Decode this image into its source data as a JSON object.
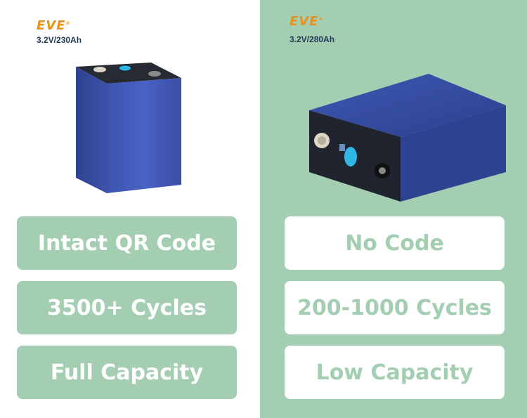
{
  "left": {
    "brand": "EVE",
    "spec": "3.2V/230Ah",
    "features": [
      "Intact QR Code",
      "3500+ Cycles",
      "Full Capacity"
    ]
  },
  "right": {
    "brand": "EVE",
    "spec": "3.2V/280Ah",
    "features": [
      "No Code",
      "200-1000 Cycles",
      "Low Capacity"
    ]
  },
  "colors": {
    "accent_green": "#a3ceb2",
    "cell_blue": "#3f57b3",
    "logo_orange": "#e8901a"
  }
}
